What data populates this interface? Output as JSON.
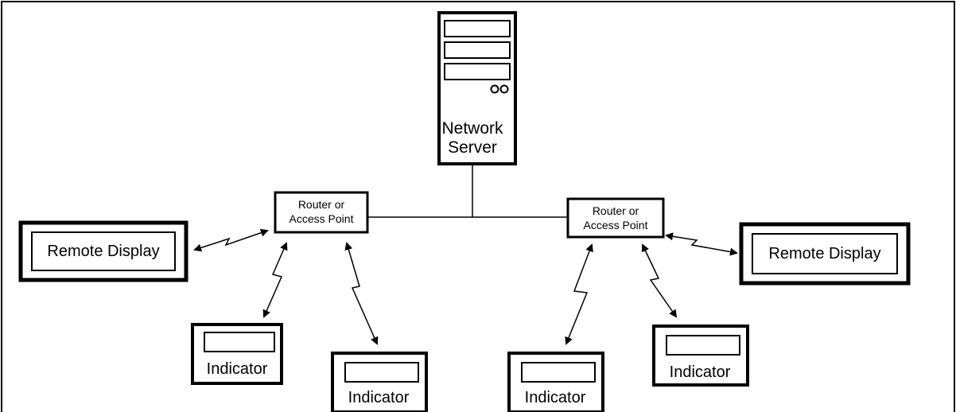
{
  "diagram": {
    "server": {
      "label_line1": "Network",
      "label_line2": "Server"
    },
    "router_left": {
      "label_line1": "Router or",
      "label_line2": "Access Point"
    },
    "router_right": {
      "label_line1": "Router or",
      "label_line2": "Access Point"
    },
    "remote_display_left": {
      "label": "Remote Display"
    },
    "remote_display_right": {
      "label": "Remote Display"
    },
    "indicators": [
      {
        "label": "Indicator"
      },
      {
        "label": "Indicator"
      },
      {
        "label": "Indicator"
      },
      {
        "label": "Indicator"
      }
    ]
  }
}
